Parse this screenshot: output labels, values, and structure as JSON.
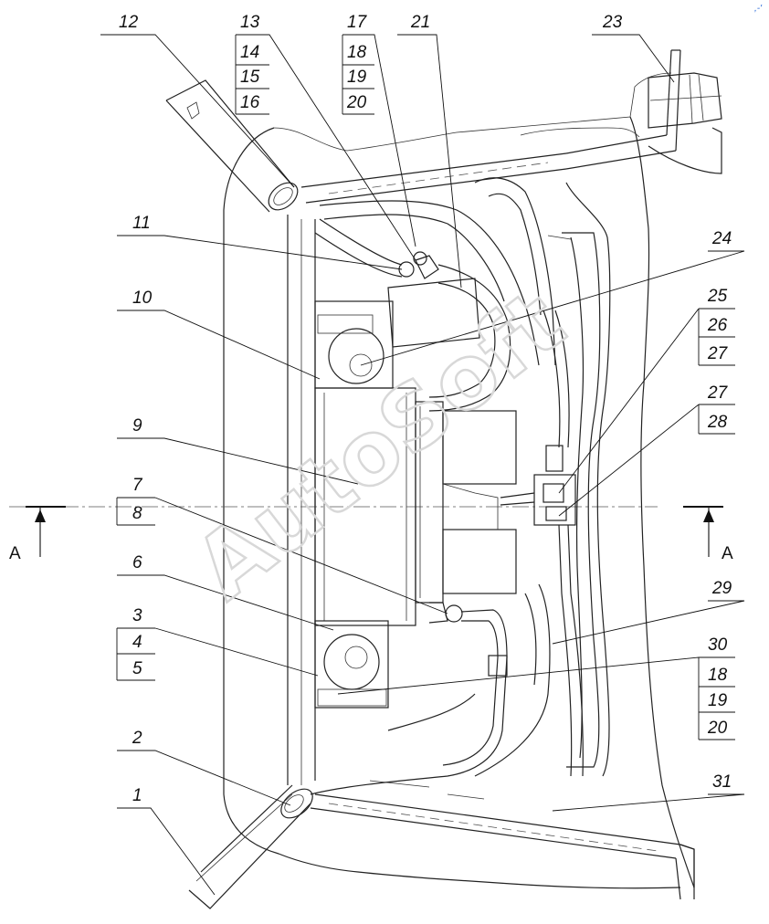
{
  "watermark": "AutoSoft",
  "corner_mark": ",-'",
  "section_marker": {
    "left": "A",
    "right": "A"
  },
  "callouts": {
    "c1": "1",
    "c2": "2",
    "c3": "3",
    "c4": "4",
    "c5": "5",
    "c6": "6",
    "c7": "7",
    "c8": "8",
    "c9": "9",
    "c10": "10",
    "c11": "11",
    "c12": "12",
    "c13": "13",
    "c14": "14",
    "c15": "15",
    "c16": "16",
    "c17": "17",
    "c18": "18",
    "c19": "19",
    "c20": "20",
    "c21": "21",
    "c23": "23",
    "c24": "24",
    "c25": "25",
    "c26": "26",
    "c27a": "27",
    "c27b": "27",
    "c28": "28",
    "c29": "29",
    "c30": "30",
    "c18b": "18",
    "c19b": "19",
    "c20b": "20",
    "c31": "31"
  }
}
